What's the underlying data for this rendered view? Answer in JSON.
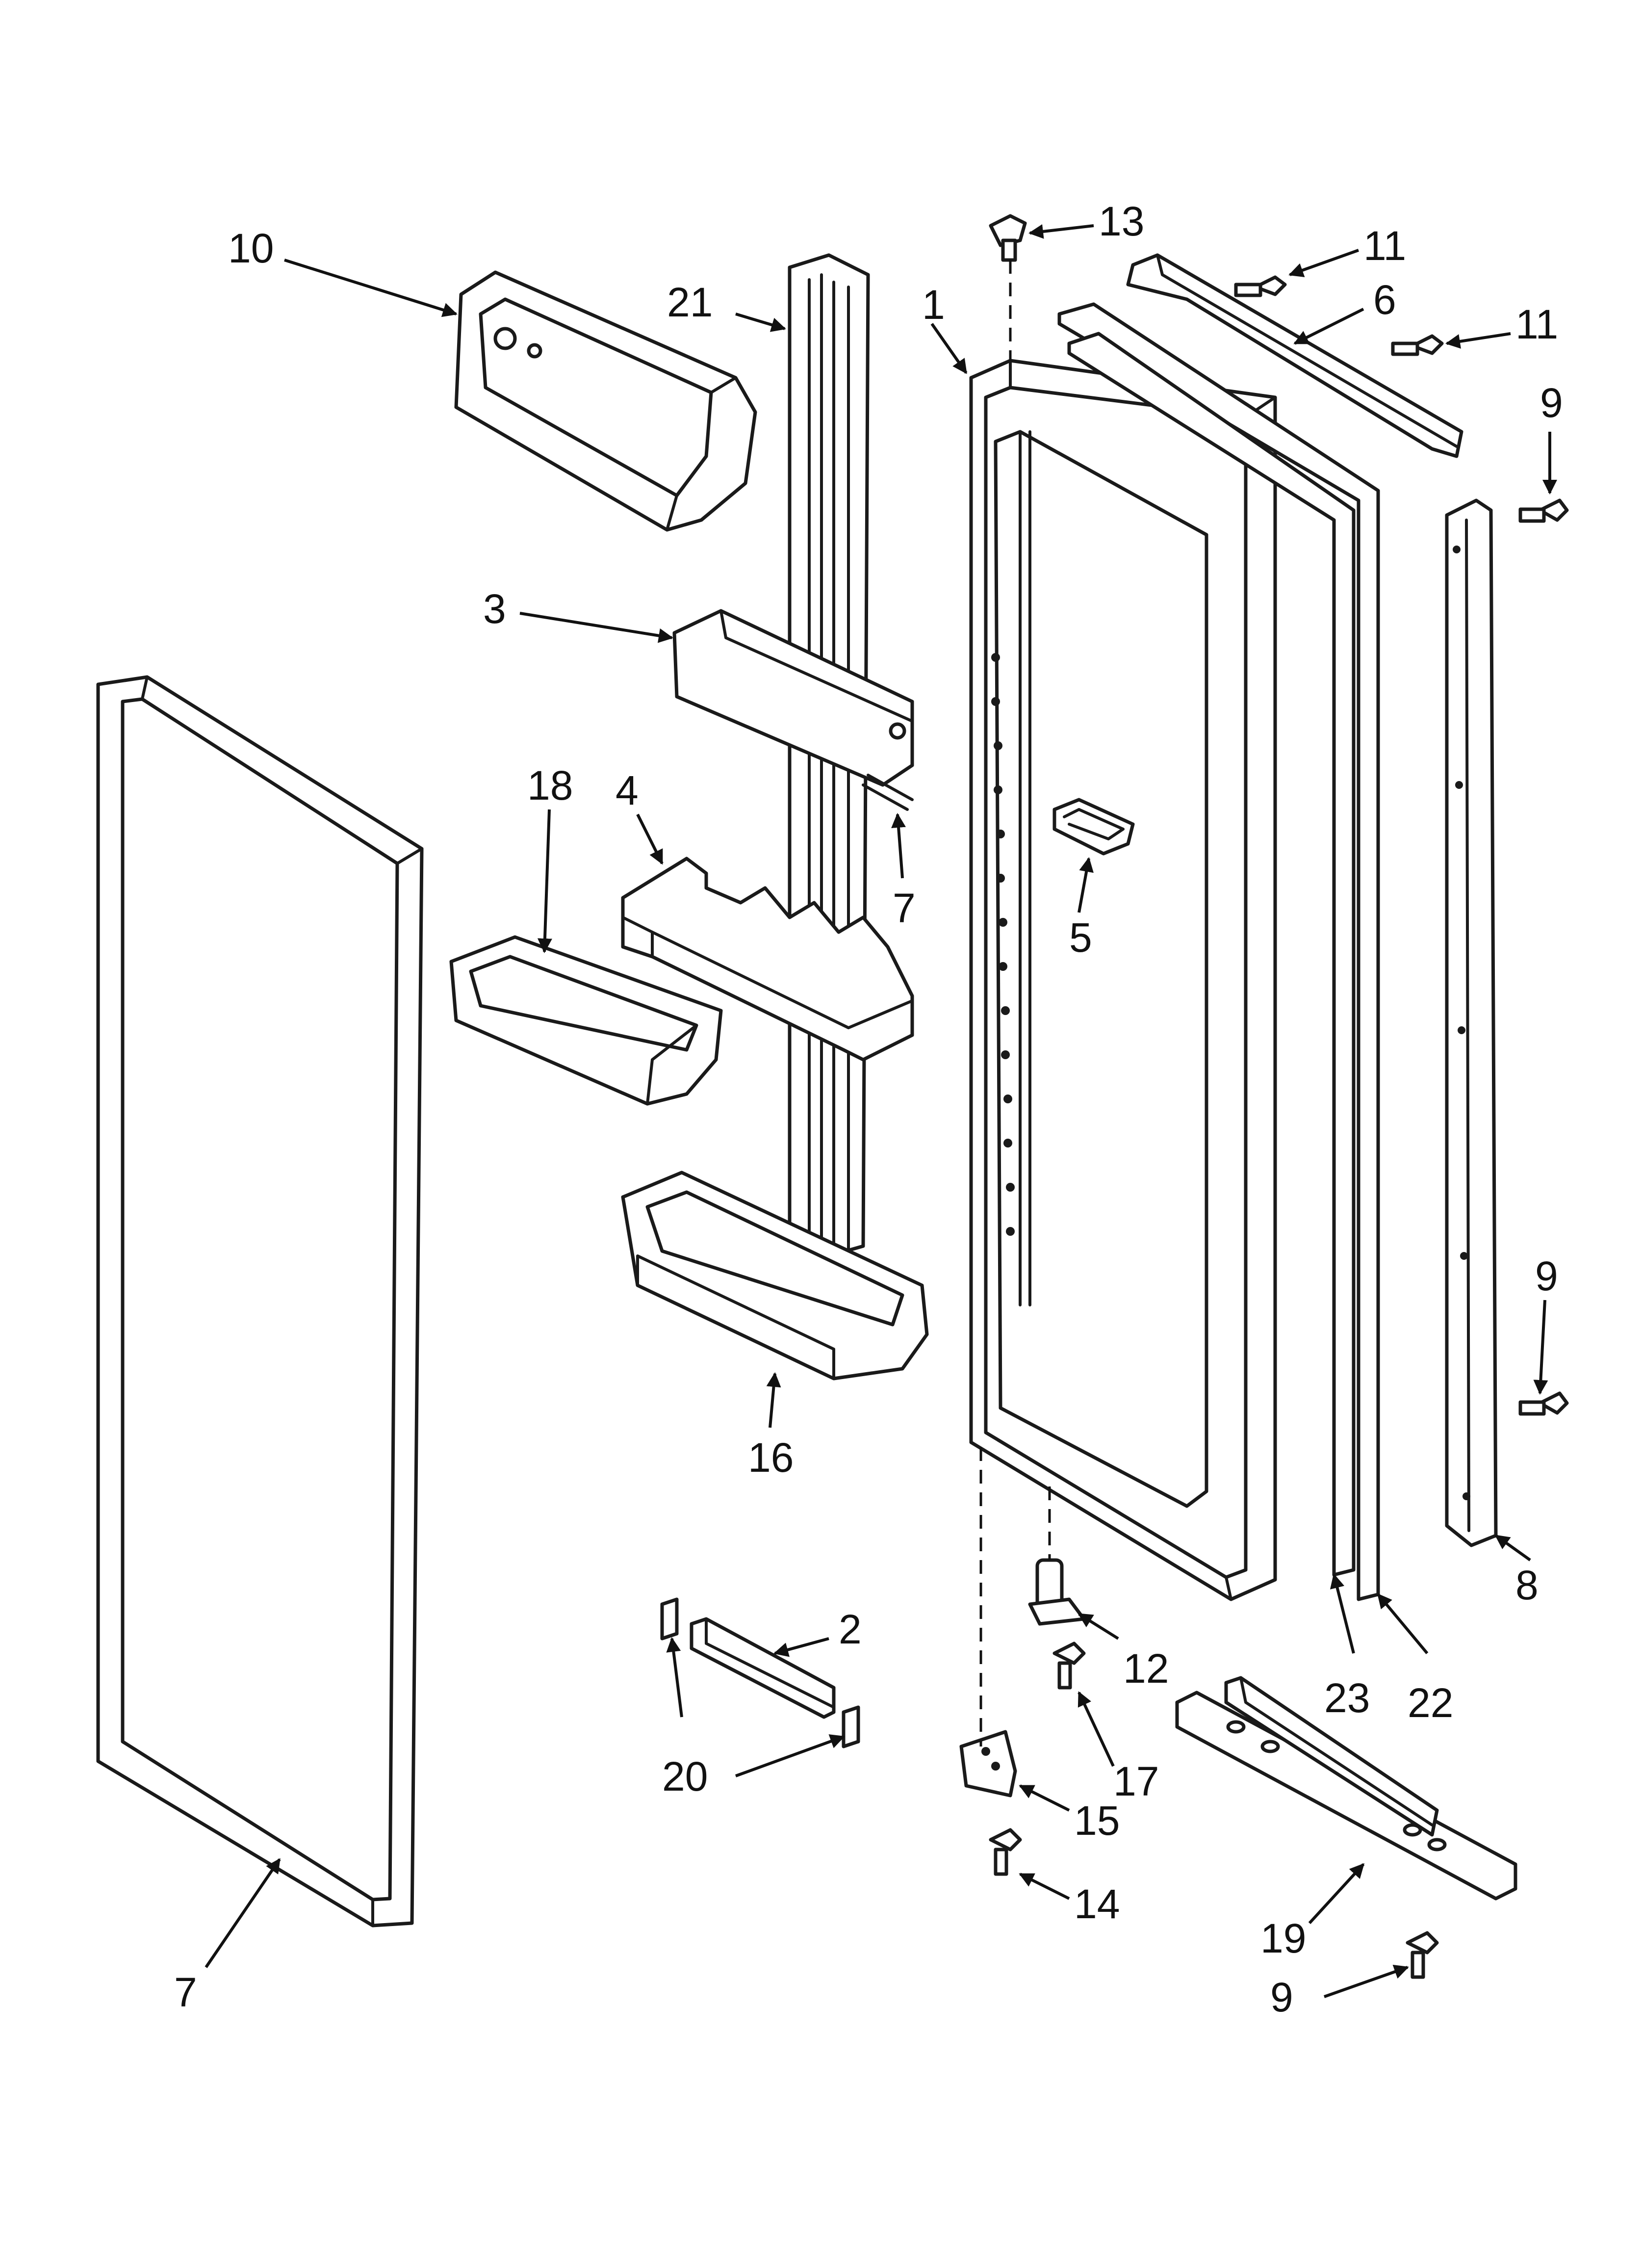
{
  "diagram": {
    "type": "exploded parts diagram",
    "callouts": [
      {
        "id": "c10a",
        "label": "10"
      },
      {
        "id": "c21",
        "label": "21"
      },
      {
        "id": "c1",
        "label": "1"
      },
      {
        "id": "c13",
        "label": "13"
      },
      {
        "id": "c11a",
        "label": "11"
      },
      {
        "id": "c6",
        "label": "6"
      },
      {
        "id": "c11b",
        "label": "11"
      },
      {
        "id": "c9a",
        "label": "9"
      },
      {
        "id": "c3",
        "label": "3"
      },
      {
        "id": "c18",
        "label": "18"
      },
      {
        "id": "c4",
        "label": "4"
      },
      {
        "id": "c7a",
        "label": "7"
      },
      {
        "id": "c5",
        "label": "5"
      },
      {
        "id": "c16",
        "label": "16"
      },
      {
        "id": "c9b",
        "label": "9"
      },
      {
        "id": "c8",
        "label": "8"
      },
      {
        "id": "c2",
        "label": "2"
      },
      {
        "id": "c12",
        "label": "12"
      },
      {
        "id": "c23",
        "label": "23"
      },
      {
        "id": "c22",
        "label": "22"
      },
      {
        "id": "c20",
        "label": "20"
      },
      {
        "id": "c17",
        "label": "17"
      },
      {
        "id": "c15",
        "label": "15"
      },
      {
        "id": "c14",
        "label": "14"
      },
      {
        "id": "c19",
        "label": "19"
      },
      {
        "id": "c9c",
        "label": "9"
      },
      {
        "id": "c7b",
        "label": "7"
      }
    ]
  }
}
